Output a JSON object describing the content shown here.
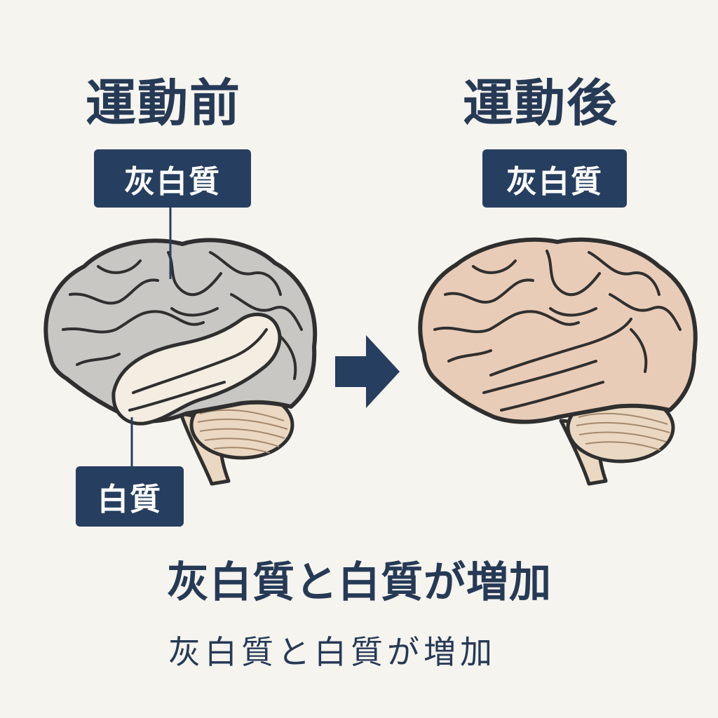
{
  "titles": {
    "before": "運動前",
    "after": "運動後"
  },
  "labels": {
    "gray_matter_before": "灰白質",
    "gray_matter_after": "灰白質",
    "white_matter": "白質"
  },
  "captions": {
    "main": "灰白質と白質が増加",
    "sub": "灰白質と白質が増加"
  },
  "colors": {
    "background": "#f6f4ef",
    "navy": "#263e5f",
    "brain_before": "#c9c7c3",
    "white_matter": "#f3ede2",
    "brain_after": "#e9ccb7",
    "cerebellum": "#ead8c2",
    "outline": "#2f2f2f"
  },
  "icons": {
    "arrow": "arrow-right-icon"
  }
}
